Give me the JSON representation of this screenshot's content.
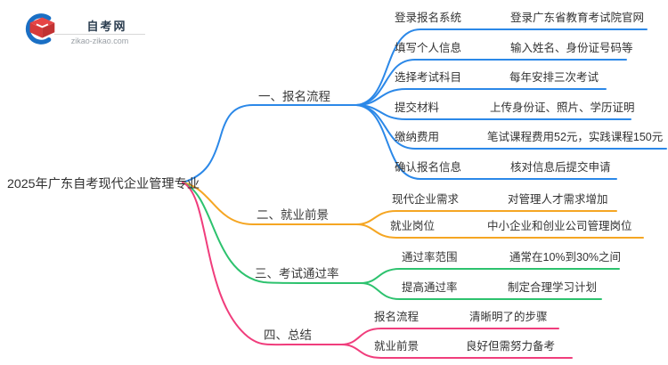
{
  "logo": {
    "site_name": "自考网",
    "site_url": "zikao-zikao.com"
  },
  "root": {
    "title": "2025年广东自考现代企业管理专业"
  },
  "colors": {
    "branch_registration": "#2b88e8",
    "branch_employment": "#f5a623",
    "branch_passrate": "#2dc26e",
    "branch_summary": "#f03d7c",
    "text": "#333333"
  },
  "branches": [
    {
      "label": "一、报名流程",
      "color": "#2b88e8",
      "items": [
        {
          "key": "登录报名系统",
          "value": "登录广东省教育考试院官网"
        },
        {
          "key": "填写个人信息",
          "value": "输入姓名、身份证号码等"
        },
        {
          "key": "选择考试科目",
          "value": "每年安排三次考试"
        },
        {
          "key": "提交材料",
          "value": "上传身份证、照片、学历证明"
        },
        {
          "key": "缴纳费用",
          "value": "笔试课程费用52元，实践课程150元"
        },
        {
          "key": "确认报名信息",
          "value": "核对信息后提交申请"
        }
      ]
    },
    {
      "label": "二、就业前景",
      "color": "#f5a623",
      "items": [
        {
          "key": "现代企业需求",
          "value": "对管理人才需求增加"
        },
        {
          "key": "就业岗位",
          "value": "中小企业和创业公司管理岗位"
        }
      ]
    },
    {
      "label": "三、考试通过率",
      "color": "#2dc26e",
      "items": [
        {
          "key": "通过率范围",
          "value": "通常在10%到30%之间"
        },
        {
          "key": "提高通过率",
          "value": "制定合理学习计划"
        }
      ]
    },
    {
      "label": "四、总结",
      "color": "#f03d7c",
      "items": [
        {
          "key": "报名流程",
          "value": "清晰明了的步骤"
        },
        {
          "key": "就业前景",
          "value": "良好但需努力备考"
        }
      ]
    }
  ]
}
